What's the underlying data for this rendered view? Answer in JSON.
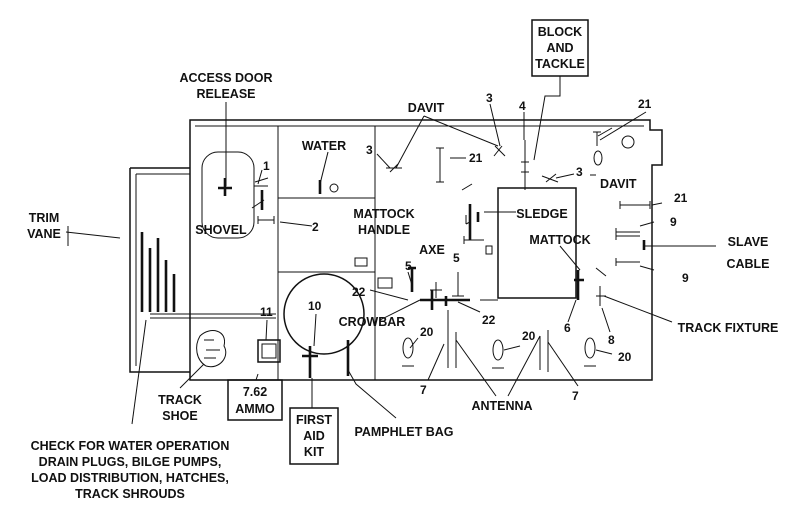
{
  "labels": {
    "access_door_release": [
      "ACCESS DOOR",
      "RELEASE"
    ],
    "davit_top": "DAVIT",
    "davit_right": "DAVIT",
    "block_and_tackle": [
      "BLOCK",
      "AND",
      "TACKLE"
    ],
    "water": "WATER",
    "trim_vane": [
      "TRIM",
      "VANE"
    ],
    "shovel": "SHOVEL",
    "mattock_handle": [
      "MATTOCK",
      "HANDLE"
    ],
    "sledge": "SLEDGE",
    "mattock": "MATTOCK",
    "slave_cable": [
      "SLAVE",
      "CABLE"
    ],
    "axe": "AXE",
    "crowbar": "CROWBAR",
    "track_fixture": "TRACK FIXTURE",
    "ammo": [
      "7.62",
      "AMMO"
    ],
    "track_shoe": [
      "TRACK",
      "SHOE"
    ],
    "first_aid_kit": [
      "FIRST",
      "AID",
      "KIT"
    ],
    "pamphlet_bag": "PAMPHLET BAG",
    "antenna": "ANTENNA",
    "check_note": [
      "CHECK FOR WATER OPERATION",
      "DRAIN PLUGS, BILGE PUMPS,",
      "LOAD DISTRIBUTION, HATCHES,",
      "TRACK SHROUDS"
    ]
  },
  "callouts": {
    "n1": "1",
    "n2": "2",
    "n3a": "3",
    "n3b": "3",
    "n3c": "3",
    "n4": "4",
    "n5a": "5",
    "n5b": "5",
    "n6": "6",
    "n7a": "7",
    "n7b": "7",
    "n8": "8",
    "n9a": "9",
    "n9b": "9",
    "n10": "10",
    "n11": "11",
    "n20a": "20",
    "n20b": "20",
    "n20c": "20",
    "n21a": "21",
    "n21b": "21",
    "n21c": "21",
    "n22a": "22",
    "n22b": "22"
  }
}
